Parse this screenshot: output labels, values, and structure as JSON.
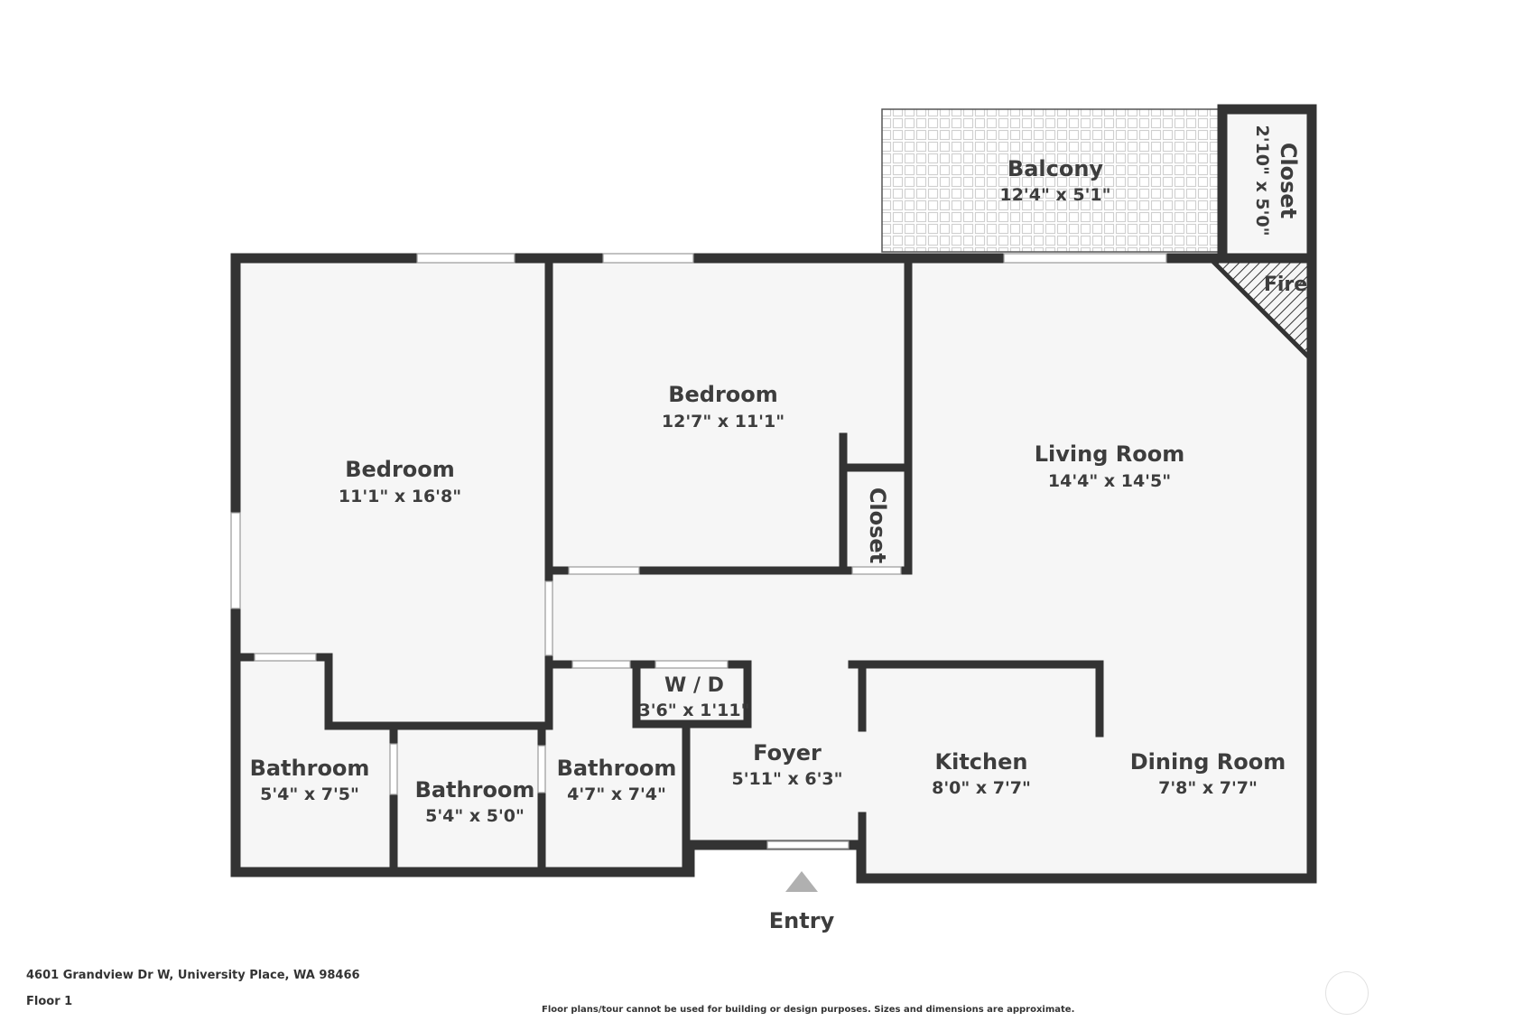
{
  "colors": {
    "wall": "#333333",
    "floor": "#f6f6f6",
    "text": "#3d3d3d",
    "window": "#ffffff"
  },
  "rooms": {
    "bedroom_left": {
      "name": "Bedroom",
      "dims": "11'1\" x 16'8\""
    },
    "bedroom_mid": {
      "name": "Bedroom",
      "dims": "12'7\" x 11'1\""
    },
    "living_room": {
      "name": "Living Room",
      "dims": "14'4\" x 14'5\""
    },
    "balcony": {
      "name": "Balcony",
      "dims": "12'4\" x 5'1\""
    },
    "closet_balcony": {
      "name": "Closet",
      "dims": "2'10\" x 5'0\""
    },
    "closet_mid": {
      "name": "Closet"
    },
    "fireplace": {
      "name": "Fire"
    },
    "wd": {
      "name": "W / D",
      "dims": "3'6\" x 1'11\""
    },
    "foyer": {
      "name": "Foyer",
      "dims": "5'11\" x 6'3\""
    },
    "kitchen": {
      "name": "Kitchen",
      "dims": "8'0\" x 7'7\""
    },
    "dining_room": {
      "name": "Dining Room",
      "dims": "7'8\" x 7'7\""
    },
    "bathroom_1": {
      "name": "Bathroom",
      "dims": "5'4\" x 7'5\""
    },
    "bathroom_2": {
      "name": "Bathroom",
      "dims": "5'4\" x 5'0\""
    },
    "bathroom_3": {
      "name": "Bathroom",
      "dims": "4'7\" x 7'4\""
    }
  },
  "entry_label": "Entry",
  "footer": {
    "address": "4601 Grandview Dr W, University Place, WA 98466",
    "floor": "Floor 1",
    "disclaimer": "Floor plans/tour cannot be used for building or design purposes. Sizes and dimensions are approximate."
  }
}
